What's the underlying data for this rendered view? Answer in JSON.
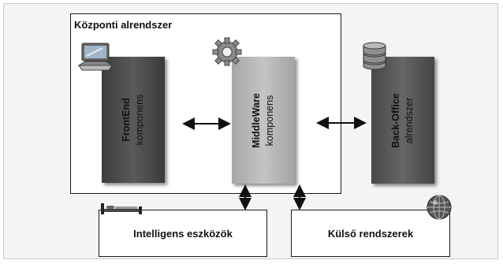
{
  "central_system": {
    "title": "Központi alrendszer"
  },
  "components": {
    "frontend": {
      "name": "FrontEnd",
      "type": "komponens"
    },
    "middleware": {
      "name": "MiddleWare",
      "type": "komponens"
    },
    "backoffice": {
      "name": "Back-Office",
      "type": "alrendszer"
    }
  },
  "bottom_boxes": {
    "intelligent_devices": "Intelligens eszközök",
    "external_systems": "Külső rendszerek"
  },
  "icons": {
    "frontend": "computer-icon",
    "middleware": "gear-icon",
    "backoffice": "database-icon",
    "intelligent_devices": "bed-device-icon",
    "external_systems": "globe-icon"
  },
  "colors": {
    "frontend": "#4a4a4a",
    "middleware": "#b8b8b8",
    "backoffice": "#565656",
    "border": "#1a1a1a",
    "background": "#f4f4f4"
  }
}
